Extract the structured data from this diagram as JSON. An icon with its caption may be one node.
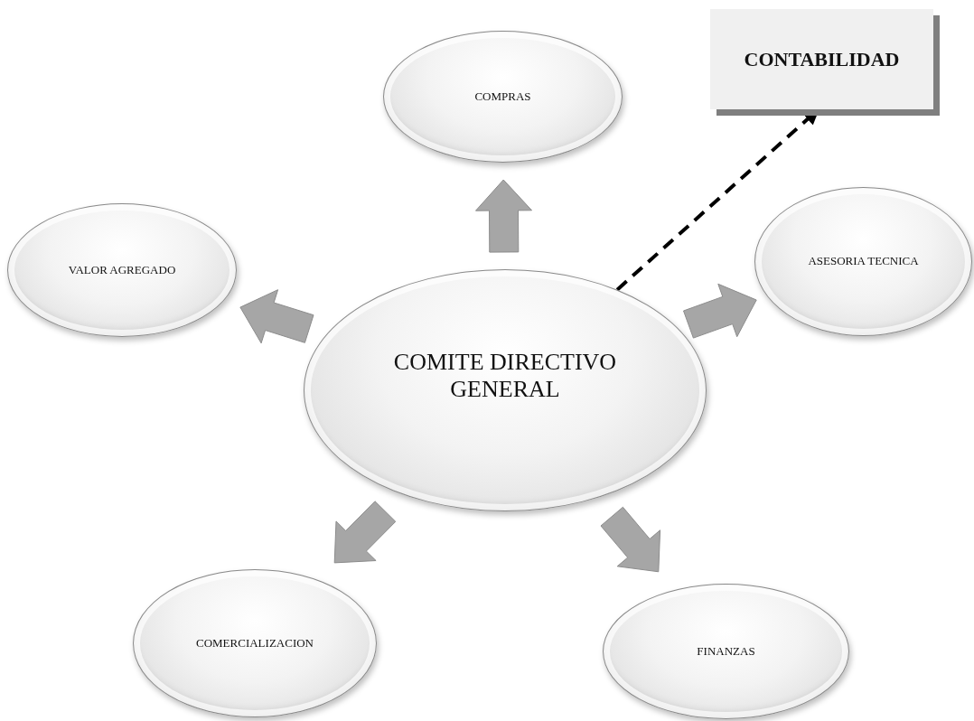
{
  "diagram": {
    "nodes": [
      {
        "text": [
          "CONTABILIDAD"
        ]
      },
      {
        "text": [
          "COMPRAS"
        ]
      },
      {
        "text": [
          "VALOR AGREGADO"
        ]
      },
      {
        "text": [
          "ASESORIA TECNICA"
        ]
      },
      {
        "text": [
          "COMITE DIRECTIVO GENERAL"
        ]
      },
      {
        "text": [
          "COMERCIALIZACION"
        ]
      },
      {
        "text": [
          "FINANZAS"
        ]
      }
    ],
    "edges": [
      {
        "from": 4,
        "to": 1,
        "arrow": "to",
        "style": "thick"
      },
      {
        "from": 4,
        "to": 2,
        "arrow": "to",
        "style": "thick"
      },
      {
        "from": 4,
        "to": 3,
        "arrow": "to",
        "style": "thick"
      },
      {
        "from": 4,
        "to": 5,
        "arrow": "to",
        "style": "thick"
      },
      {
        "from": 4,
        "to": 6,
        "arrow": "to",
        "style": "thick"
      },
      {
        "from": 4,
        "to": 0,
        "arrow": "to",
        "style": "dashed",
        "color": "#000000"
      }
    ]
  }
}
